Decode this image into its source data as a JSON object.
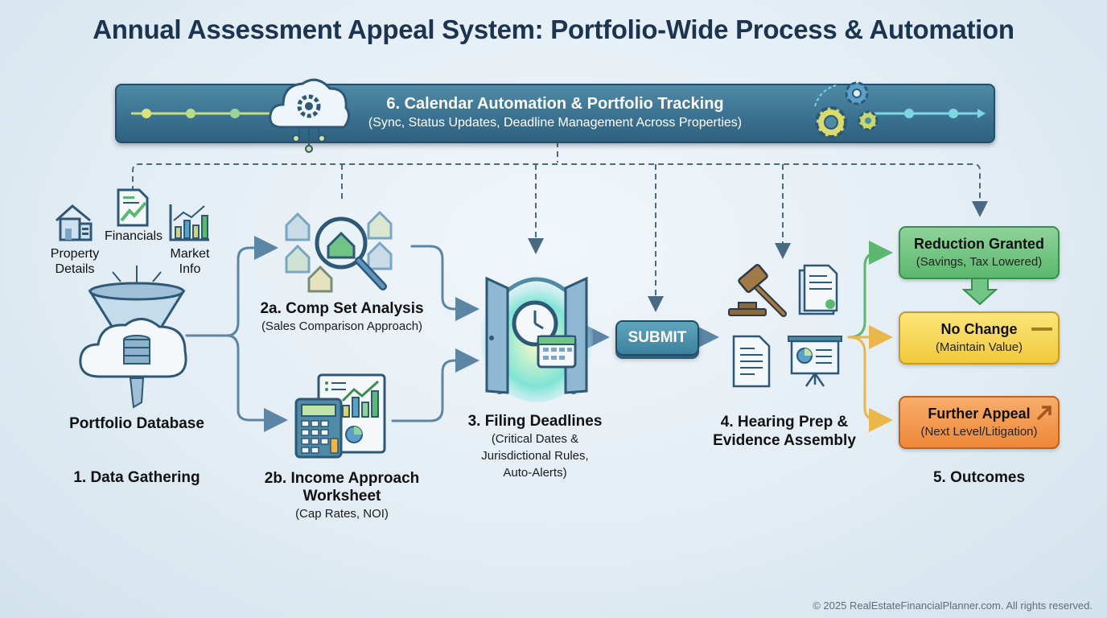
{
  "title": "Annual Assessment Appeal System: Portfolio-Wide Process & Automation",
  "banner": {
    "title": "6. Calendar Automation & Portfolio Tracking",
    "subtitle": "(Sync, Status Updates, Deadline Management Across Properties)",
    "icons": [
      "cloud-gear-icon",
      "gears-icon"
    ]
  },
  "step1": {
    "inputs": [
      {
        "label": "Property Details",
        "icon": "house-icon"
      },
      {
        "label": "Financials",
        "icon": "financial-document-icon"
      },
      {
        "label": "Market Info",
        "icon": "bar-chart-icon"
      }
    ],
    "database_label": "Portfolio Database",
    "step_label": "1. Data Gathering"
  },
  "step2a": {
    "title": "2a. Comp Set Analysis",
    "subtitle": "(Sales Comparison Approach)"
  },
  "step2b": {
    "title_line1": "2b. Income Approach",
    "title_line2": "Worksheet",
    "subtitle": "(Cap Rates, NOI)"
  },
  "step3": {
    "title": "3. Filing Deadlines",
    "subtitle_lines": [
      "(Critical Dates &",
      "Jurisdictional Rules,",
      "Auto-Alerts)"
    ]
  },
  "submit_label": "SUBMIT",
  "step4": {
    "title_line1": "4. Hearing Prep &",
    "title_line2": "Evidence Assembly"
  },
  "step5": {
    "label": "5. Outcomes",
    "outcomes": [
      {
        "title": "Reduction Granted",
        "subtitle": "(Savings, Tax Lowered)",
        "color": "#5cb86e"
      },
      {
        "title": "No Change",
        "subtitle": "(Maintain Value)",
        "color": "#f1c93c"
      },
      {
        "title": "Further Appeal",
        "subtitle": "(Next Level/Litigation)",
        "color": "#ee8838"
      }
    ]
  },
  "colors": {
    "title": "#1b3550",
    "banner": "#3b7291",
    "flow_line": "#5b86a6",
    "dashed_line": "#4a6a82"
  },
  "footer": "© 2025 RealEstateFinancialPlanner.com. All rights reserved."
}
